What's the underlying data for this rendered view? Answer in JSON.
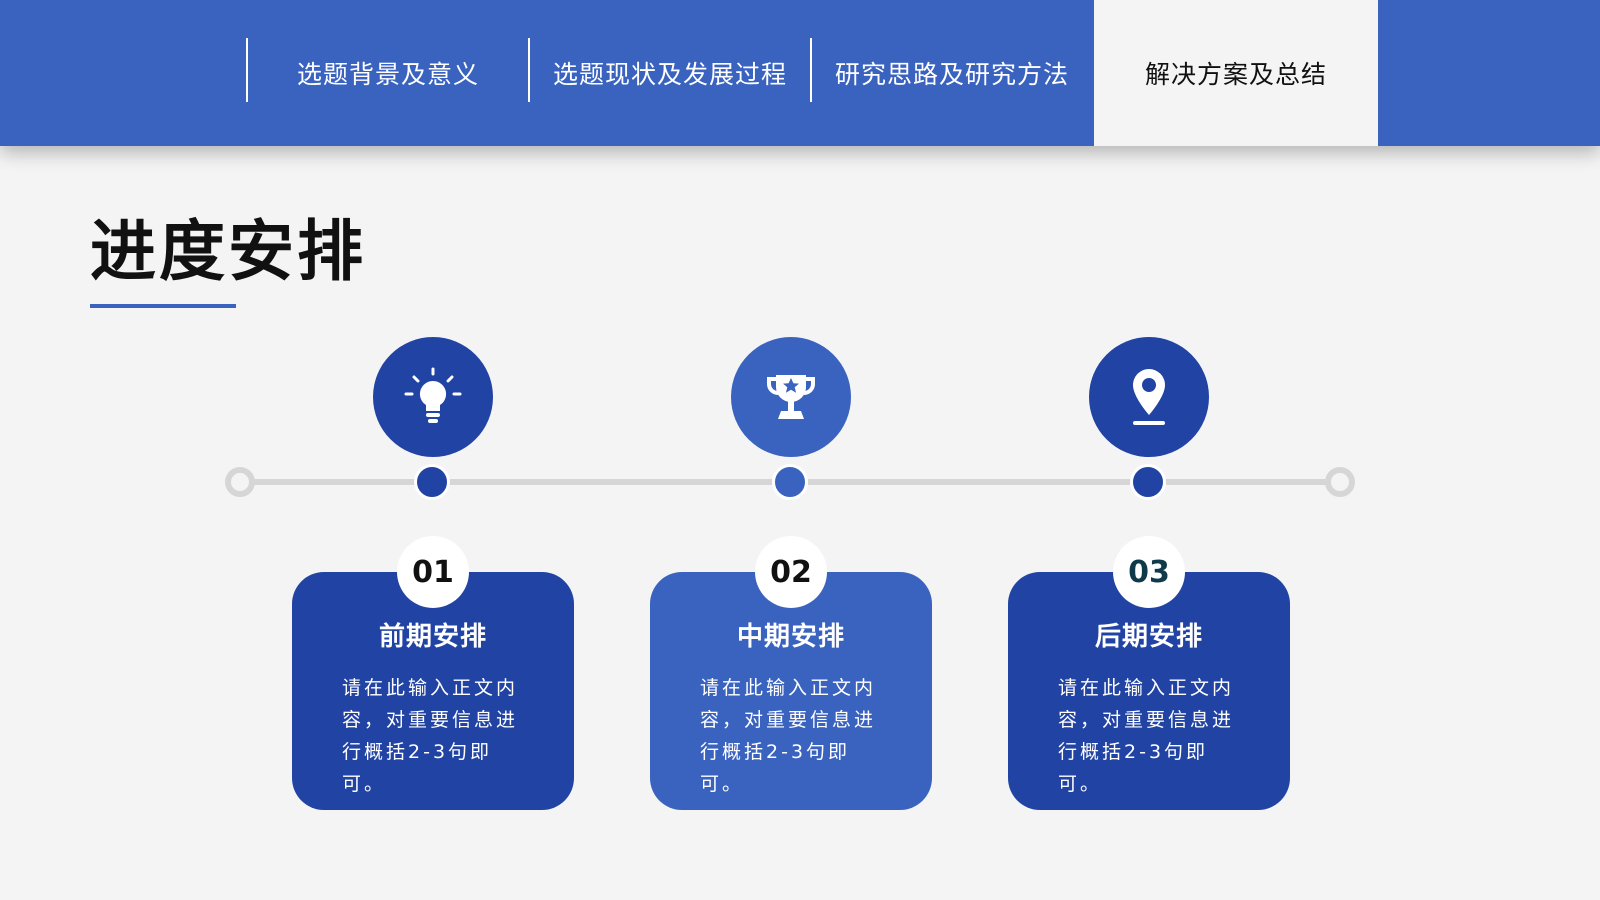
{
  "nav": {
    "tabs": [
      {
        "label": "选题背景及意义"
      },
      {
        "label": "选题现状及发展过程"
      },
      {
        "label": "研究思路及研究方法"
      },
      {
        "label": "解决方案及总结"
      }
    ],
    "active_tab": 3
  },
  "page": {
    "title": "进度安排"
  },
  "colors": {
    "primary": "#3a63c0",
    "dark": "#2143a3",
    "background": "#f4f4f4",
    "timeline": "#d6d6d6"
  },
  "stages": [
    {
      "number": "01",
      "title": "前期安排",
      "body": "请在此输入正文内容，对重要信息进行概括2-3句即可。",
      "icon": "lightbulb-icon",
      "color": "#2143a3"
    },
    {
      "number": "02",
      "title": "中期安排",
      "body": "请在此输入正文内容，对重要信息进行概括2-3句即可。",
      "icon": "trophy-icon",
      "color": "#3a63c0"
    },
    {
      "number": "03",
      "title": "后期安排",
      "body": "请在此输入正文内容，对重要信息进行概括2-3句即可。",
      "icon": "location-pin-icon",
      "color": "#2143a3"
    }
  ]
}
